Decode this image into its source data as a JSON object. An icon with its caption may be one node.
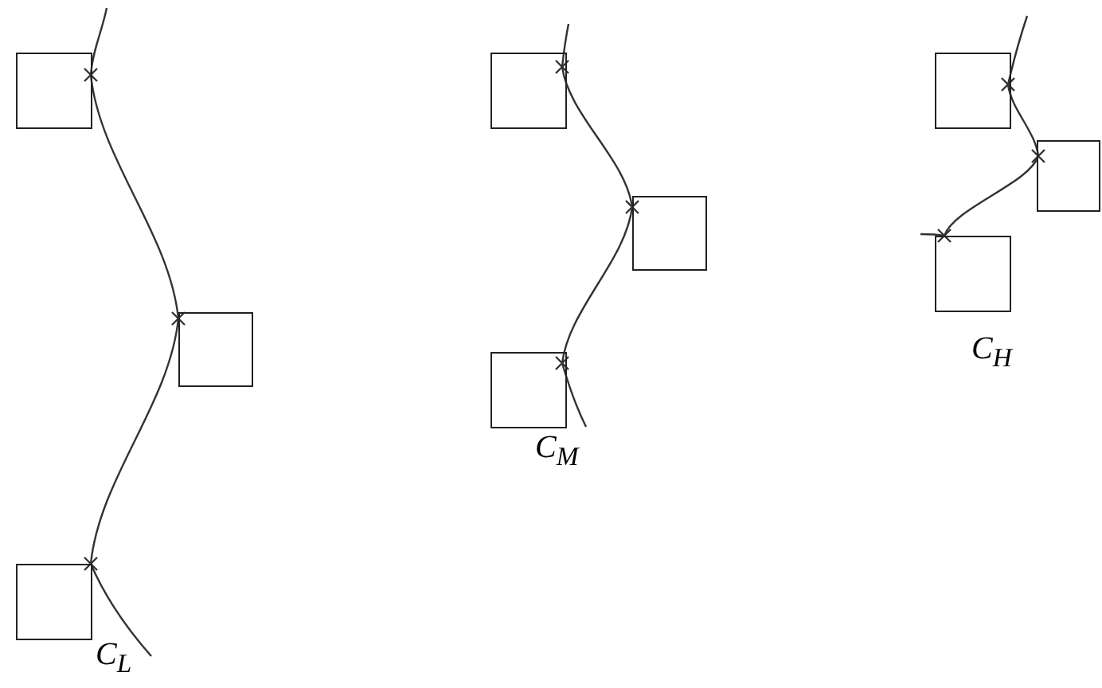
{
  "diagram": {
    "nodes": [
      {
        "text": [],
        "shape": "box"
      },
      {
        "text": [],
        "shape": "box"
      },
      {
        "text": [],
        "shape": "box"
      },
      {
        "text": [],
        "shape": "box"
      },
      {
        "text": [],
        "shape": "box"
      },
      {
        "text": [],
        "shape": "box"
      },
      {
        "text": [],
        "shape": "box"
      },
      {
        "text": [],
        "shape": "box"
      },
      {
        "text": [],
        "shape": "box"
      }
    ],
    "edges": [
      {
        "from": 0,
        "to": 1,
        "arrow": "none"
      },
      {
        "from": 1,
        "to": 2,
        "arrow": "none"
      },
      {
        "from": 3,
        "to": 4,
        "arrow": "none"
      },
      {
        "from": 4,
        "to": 5,
        "arrow": "none"
      },
      {
        "from": 6,
        "to": 7,
        "arrow": "none"
      },
      {
        "from": 7,
        "to": 8,
        "arrow": "none"
      }
    ],
    "labels": [
      "C$_{L}$",
      "C$_{M}$",
      "C$_{H}$"
    ]
  }
}
